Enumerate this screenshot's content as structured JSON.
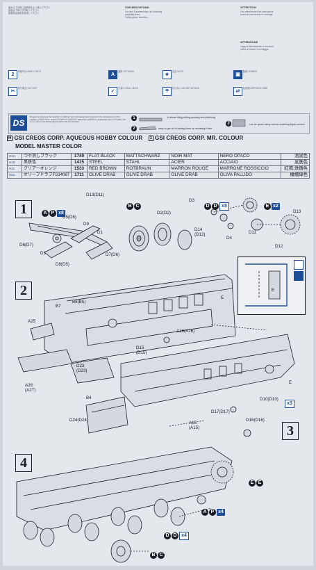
{
  "notes": {
    "columns": [
      {
        "heading": "",
        "lines": [
          "組み立ての前に説明書をよく読んで下さい",
          "部品は丁寧に切り取って下さい",
          "接着剤は適量を使用して下さい"
        ]
      },
      {
        "heading": "ZUR BEACHTUNG",
        "lines": [
          "Vor dem Zusammenbau die Anleitung",
          "sorgfältig lesen.",
          "Farbangaben beachten."
        ]
      },
      {
        "heading": "ATTENTION",
        "lines": [
          "Lire attentivement les instructions",
          "avant de commencer le montage."
        ]
      },
      {
        "heading": "ATTENZIONE",
        "lines": [
          "Leggere attentamente le istruzioni",
          "prima di iniziare il montaggio."
        ]
      }
    ]
  },
  "symbols": [
    {
      "glyph": "2",
      "style": "outline",
      "text": "2個作る MAKE 2 SETS"
    },
    {
      "glyph": "✂",
      "style": "outline",
      "text": "切り取る CUT OFF"
    },
    {
      "glyph": "A",
      "style": "solid",
      "text": "選択 OPTIONAL"
    },
    {
      "glyph": "★",
      "style": "outline",
      "text": "注意 NOTE"
    },
    {
      "glyph": "☂",
      "style": "outline",
      "text": "付けない DO NOT ATTACH"
    },
    {
      "glyph": "✓",
      "style": "outline",
      "text": "穴あけ DRILL HOLE"
    },
    {
      "glyph": "▣",
      "style": "solid",
      "text": "接着 CEMENT"
    },
    {
      "glyph": "⇄",
      "style": "outline",
      "text": "反対側 OPPOSITE SIDE"
    }
  ],
  "dragon": {
    "logo": "DS",
    "text": "Dragon is always at the forefront in utilizing new technology and material in the development of its models, product lines. Such innovation is geared to follow the modeler's construction time and effort, but at the same time brings high detail to the end product.",
    "tips": [
      {
        "num": "1",
        "text": "It allows filing,cutting,sanding and polishing"
      },
      {
        "num": "2",
        "text": "easy to get rid of parting lines by modeling Knive"
      },
      {
        "num": "3",
        "text": "can be glued using normal modeling liquid cement"
      }
    ]
  },
  "paint": {
    "h_badge": "H",
    "h_text": "GSI CREOS CORP. AQUEOUS HOBBY COLOUR",
    "c_badge": "1",
    "c_text": "GSI CREOS CORP. MR. COLOUR",
    "line2": "MODEL MASTER COLOR",
    "rows": [
      {
        "hcode": "H12",
        "jp": "つや消しブラック",
        "num": "1749",
        "en": "FLAT BLACK",
        "de": "MATTSCHWARZ",
        "fr": "NOIR MAT",
        "it": "NERO OPACO",
        "jp2": "消黒色"
      },
      {
        "hcode": "H18",
        "jp": "黒鉄色",
        "num": "1415",
        "en": "STEEL",
        "de": "STAHL",
        "fr": "ACIER",
        "it": "ACCIAIO",
        "jp2": "黒鉄色"
      },
      {
        "hcode": "H31",
        "jp": "クリアーオレンジ",
        "num": "1533",
        "en": "RED BROWN",
        "de": "ROTBRAUN",
        "fr": "MARRON ROUGE",
        "it": "MARRONE ROSSICCIO",
        "jp2": "紅褐.鉄錆色"
      },
      {
        "hcode": "H52",
        "jp": "オリーブドラブFS34087",
        "num": "1711",
        "en": "OLIVE DRAB",
        "de": "OLIVE DRAB",
        "fr": "OLIVE DRAB",
        "it": "OLIVA PALLIDO",
        "jp2": "橄欖綠色"
      }
    ]
  },
  "steps": [
    {
      "num": "1"
    },
    {
      "num": "2"
    },
    {
      "num": "3"
    },
    {
      "num": "4"
    }
  ],
  "step1": {
    "paint_a": "A",
    "paint_p": "P",
    "mult_1": "x8",
    "paint_b": "B",
    "paint_c": "C",
    "paint_d1": "D",
    "paint_d2": "D",
    "mult_2": "x8",
    "paint_e1": "E",
    "mult_3": "x2",
    "labels": {
      "d13d11": "D13(D11)",
      "d5d6": "D5(D6)",
      "d9": "D9",
      "d1a": "D1",
      "d6d7": "D6(D7)",
      "d1b": "D1",
      "d8d5": "D8(D5)",
      "d2d2": "D2(D2)",
      "d14d12": "D14\n(D12)",
      "d7d6": "D7(D6)",
      "d3": "D3",
      "d4": "D4",
      "d11": "D11",
      "d13": "D13",
      "d12": "D12"
    }
  },
  "step2": {
    "labels": {
      "b7": "B7",
      "b6b5": "B6(B5)",
      "a25": "A25",
      "a16a16": "A16(A16)",
      "d15d15": "D15\n(D15)",
      "d23d23": "D23\n(D23)",
      "a26a27": "A26\n(A27)",
      "e_top": "E"
    },
    "inset_e": "E"
  },
  "step3": {
    "labels": {
      "b4": "B4",
      "d24d24": "D24(D24)",
      "d10d10": "D10(D10)",
      "d17d17": "D17(D17)",
      "a15a15": "A15\n(A15)",
      "d16d16": "D16(D16)",
      "e": "E"
    },
    "mult": "x3"
  },
  "step4": {
    "paint_e1": "E",
    "paint_e2": "E",
    "paint_a": "A",
    "paint_p": "P",
    "mult_1": "x4",
    "paint_d1": "D",
    "paint_d2": "D",
    "mult_2": "x4",
    "paint_b": "B",
    "paint_c": "C"
  },
  "colors": {
    "blue": "#1e4f96",
    "ink": "#1a1d24",
    "paper": "#e4e7ec"
  }
}
